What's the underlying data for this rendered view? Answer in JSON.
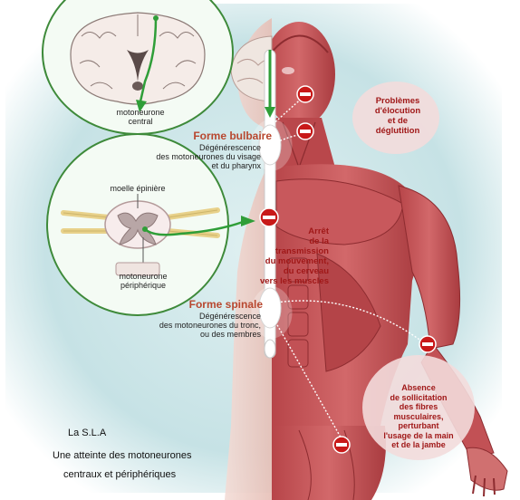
{
  "brain_inset": {
    "label_line1": "motoneurone",
    "label_line2": "central"
  },
  "forme_bulbaire": {
    "title": "Forme bulbaire",
    "line1": "Dégénérescence",
    "line2": "des motoneurones du visage",
    "line3": "et du pharynx"
  },
  "spine_inset": {
    "top_label": "moelle épinière",
    "bottom_line1": "motoneurone",
    "bottom_line2": "périphérique"
  },
  "arret": {
    "line1": "Arrêt",
    "line2": "de la",
    "line3": "transmission",
    "line4": "du mouvement,",
    "line5": "du cerveau",
    "line6": "vers les muscles"
  },
  "problemes": {
    "line1": "Problèmes",
    "line2": "d'élocution",
    "line3": "et de",
    "line4": "déglutition"
  },
  "forme_spinale": {
    "title": "Forme spinale",
    "line1": "Dégénérescence",
    "line2": "des motoneurones du tronc,",
    "line3": "ou des membres"
  },
  "absence": {
    "line1": "Absence",
    "line2": "de sollicitation",
    "line3": "des fibres",
    "line4": "musculaires,",
    "line5": "perturbant",
    "line6": "l'usage de la main",
    "line7": "et de la jambe"
  },
  "caption": {
    "line1": "La S.L.A",
    "line2": "Une atteinte des motoneurones",
    "line3": "centraux et périphériques"
  },
  "colors": {
    "background": "#cfe6e8",
    "circle_border": "#3e8a3a",
    "nerve_green": "#2f9e38",
    "stop_red": "#c81919",
    "muscle": "#c9575a",
    "skin": "#f2d6cf",
    "label_red": "#b8472f"
  },
  "icons": [
    "stop-sign-icon",
    "nerve-arrow-icon"
  ]
}
